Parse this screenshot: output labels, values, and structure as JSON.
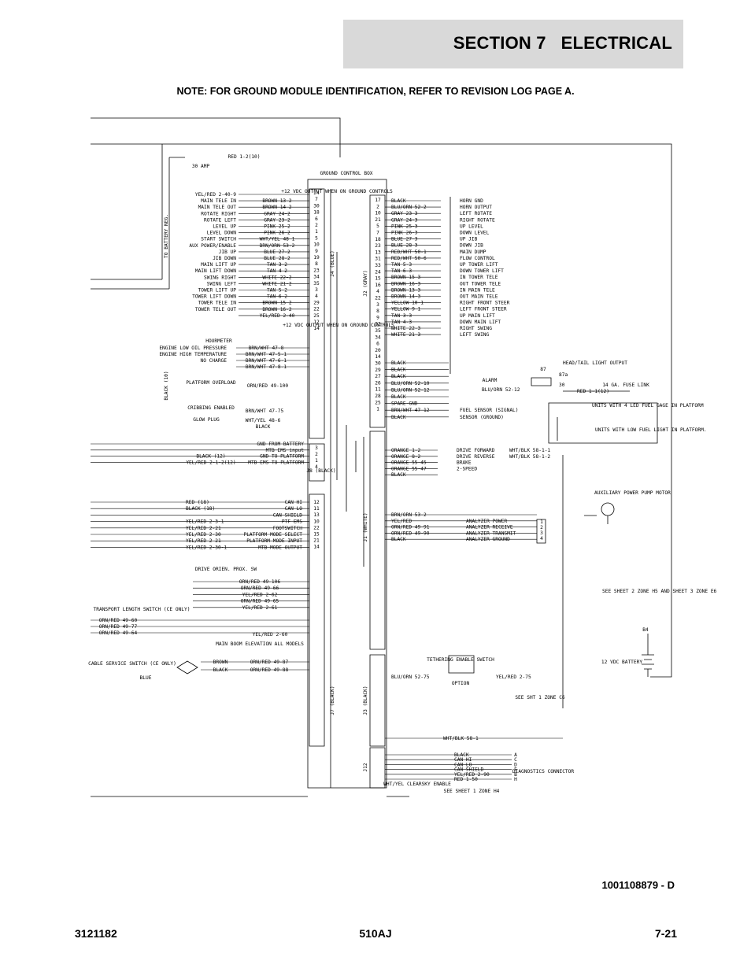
{
  "header": {
    "title": "SECTION 7   ELECTRICAL"
  },
  "note": "NOTE: FOR GROUND MODULE IDENTIFICATION, REFER TO REVISION LOG PAGE A.",
  "schematic": {
    "box_title": "GROUND CONTROL BOX",
    "fuse": "30 AMP",
    "red_top": "RED 1-2(10)",
    "to_battery": "TO BATTERY NEG.",
    "black10": "BLACK (10)",
    "vdc_on": "+12 VDC OUTPUT WHEN ON GROUND CONTROLS",
    "j4_label": "J4 (BLUE)",
    "j2_label": "J2 (GRAY)",
    "j8_label": "J8 (BLACK)",
    "j1_label": "J1 (WHITE)",
    "j7_label": "J7 (BLACK)",
    "j3_label": "J3 (BLACK)",
    "j12_label": "J12",
    "j4_left": [
      {
        "func": "YEL/RED 2-40-9",
        "wire": ""
      },
      {
        "func": "MAIN TELE IN",
        "wire": "BROWN 13-2"
      },
      {
        "func": "MAIN TELE OUT",
        "wire": "BROWN 14-2"
      },
      {
        "func": "ROTATE RIGHT",
        "wire": "GRAY 24-2"
      },
      {
        "func": "ROTATE LEFT",
        "wire": "GRAY 23-2"
      },
      {
        "func": "LEVEL UP",
        "wire": "PINK 25-2"
      },
      {
        "func": "LEVEL DOWN",
        "wire": "PINK 26-2"
      },
      {
        "func": "START SWITCH",
        "wire": "WHT/YEL 48-1"
      },
      {
        "func": "AUX POWER/ENABLE",
        "wire": "BRN/ORN 53-2"
      },
      {
        "func": "JIB UP",
        "wire": "BLUE 27-2"
      },
      {
        "func": "JIB DOWN",
        "wire": "BLUE 28-2"
      },
      {
        "func": "MAIN LIFT UP",
        "wire": "TAN 3-2"
      },
      {
        "func": "MAIN LIFT DOWN",
        "wire": "TAN 4-2"
      },
      {
        "func": "SWING RIGHT",
        "wire": "WHITE 22-2"
      },
      {
        "func": "SWING LEFT",
        "wire": "WHITE 21-2"
      },
      {
        "func": "TOWER LIFT UP",
        "wire": "TAN 5-2"
      },
      {
        "func": "TOWER LIFT DOWN",
        "wire": "TAN 6-2"
      },
      {
        "func": "TOWER TELE IN",
        "wire": "BROWN 15-2"
      },
      {
        "func": "TOWER TELE OUT",
        "wire": "BROWN 16-2"
      },
      {
        "func": "",
        "wire": "YEL/RED 2-40"
      }
    ],
    "j4_pins": [
      "24",
      "7",
      "30",
      "18",
      "6",
      "2",
      "1",
      "5",
      "10",
      "9",
      "19",
      "8",
      "23",
      "34",
      "35",
      "3",
      "4",
      "29",
      "22",
      "25",
      "12",
      "14"
    ],
    "hourmeter": "HOURMETER",
    "sensors": [
      {
        "func": "ENGINE LOW OIL PRESSURE",
        "wire": "BRN/WHT 47-8"
      },
      {
        "func": "ENGINE HIGH TEMPERATURE",
        "wire": "BRN/WHT 47-5-1"
      },
      {
        "func": "NO CHARGE",
        "wire": "BRN/WHT 47-6-1"
      },
      {
        "func": "",
        "wire": "BRN/WHT 47-8-1"
      }
    ],
    "platform_overload": "PLATFORM OVERLOAD",
    "overload_wire": "ORN/RED 49-100",
    "cribbing": "CRIBBING ENABLED",
    "cribbing_wire": "BRN/WHT 47-75",
    "glow_plug": "GLOW PLUG",
    "glow_wire": "WHT/YEL 48-6",
    "black_wire": "BLACK",
    "j2_right": [
      {
        "wire": "BLACK",
        "func": "HORN GND"
      },
      {
        "wire": "BLU/ORN 52-2",
        "func": "HORN OUTPUT"
      },
      {
        "wire": "GRAY 23-3",
        "func": "LEFT ROTATE"
      },
      {
        "wire": "GRAY 24-3",
        "func": "RIGHT ROTATE"
      },
      {
        "wire": "PINK 25-3",
        "func": "UP LEVEL"
      },
      {
        "wire": "PINK 26-3",
        "func": "DOWN LEVEL"
      },
      {
        "wire": "BLUE 27-3",
        "func": "UP JIB"
      },
      {
        "wire": "BLUE 28-3",
        "func": "DOWN JIB"
      },
      {
        "wire": "RED/WHT 50-1",
        "func": "MAIN DUMP"
      },
      {
        "wire": "RED/WHT 50-6",
        "func": "FLOW CONTROL"
      },
      {
        "wire": "TAN 5-3",
        "func": "UP TOWER LIFT"
      },
      {
        "wire": "TAN 6-3",
        "func": "DOWN TOWER LIFT"
      },
      {
        "wire": "BROWN 15-3",
        "func": "IN TOWER TELE"
      },
      {
        "wire": "BROWN 16-3",
        "func": "OUT TOWER TELE"
      },
      {
        "wire": "BROWN 13-3",
        "func": "IN MAIN TELE"
      },
      {
        "wire": "BROWN 14-3",
        "func": "OUT MAIN TELE"
      },
      {
        "wire": "YELLOW 10-1",
        "func": "RIGHT FRONT STEER"
      },
      {
        "wire": "YELLOW 9-1",
        "func": "LEFT FRONT STEER"
      },
      {
        "wire": "TAN 3-3",
        "func": "UP MAIN LIFT"
      },
      {
        "wire": "TAN 4-3",
        "func": "DOWN MAIN LIFT"
      },
      {
        "wire": "WHITE 22-3",
        "func": "RIGHT SWING"
      },
      {
        "wire": "WHITE 21-3",
        "func": "LEFT SWING"
      }
    ],
    "j2_pins": [
      "17",
      "2",
      "10",
      "21",
      "5",
      "7",
      "18",
      "23",
      "13",
      "31",
      "33",
      "24",
      "15",
      "16",
      "4",
      "22",
      "3",
      "8",
      "9",
      "32",
      "35",
      "34",
      "6",
      "20",
      "14",
      "30",
      "29",
      "27",
      "26",
      "11",
      "28",
      "25",
      "1"
    ],
    "head_tail": "HEAD/TAIL LIGHT OUTPUT",
    "relay": "87",
    "relay_87a": "87a",
    "relay_30": "30",
    "fuse_link": "14 GA. FUSE LINK",
    "red_fuse": "RED 1-1(12)",
    "alarm": "ALARM",
    "alarm_wire": "BLU/ORN 52-12",
    "lower_j2": [
      {
        "wire": "BLACK",
        "func": ""
      },
      {
        "wire": "BLACK",
        "func": ""
      },
      {
        "wire": "BLACK",
        "func": ""
      },
      {
        "wire": "BLU/ORN 52-10",
        "func": ""
      },
      {
        "wire": "BLU/ORN 52-12",
        "func": ""
      },
      {
        "wire": "BLACK",
        "func": ""
      },
      {
        "wire": "SPARE-GND",
        "func": ""
      },
      {
        "wire": "BRN/WHT 47-12",
        "func": "FUEL SENSOR (SIGNAL)"
      },
      {
        "wire": "BLACK",
        "func": "SENSOR (GROUND)"
      }
    ],
    "fuel_led": "UNITS WITH 4 LED FUEL GAGE IN PLATFORM",
    "fuel_low": "UNITS WITH LOW FUEL LIGHT IN PLATFORM.",
    "j8_left": [
      {
        "func": "GND FROM BATTERY",
        "wire": ""
      },
      {
        "func": "MTB EMS input",
        "wire": ""
      },
      {
        "func": "GND TO PLATFORM",
        "wire": "BLACK (12)"
      },
      {
        "func": "MTB EMS TO PLATFORM",
        "wire": "YEL/RED 2-1-2(12)"
      }
    ],
    "j8_pins": [
      "3",
      "2",
      "1",
      "4"
    ],
    "drive_wires": [
      {
        "wire": "ORANGE 1-2",
        "func": "DRIVE FORWARD",
        "out": "WHT/BLK 58-1-1"
      },
      {
        "wire": "ORANGE 8-2",
        "func": "DRIVE REVERSE",
        "out": "WHT/BLK 58-1-2"
      },
      {
        "wire": "ORANGE 55-45",
        "func": "BRAKE",
        "out": ""
      },
      {
        "wire": "ORANGE 55-47",
        "func": "2-SPEED",
        "out": ""
      },
      {
        "wire": "BLACK",
        "func": "",
        "out": ""
      }
    ],
    "j1_left": [
      {
        "wire": "RED (18)",
        "func": "CAN HI"
      },
      {
        "wire": "BLACK (18)",
        "func": "CAN LO"
      },
      {
        "wire": "",
        "func": "CAN SHIELD"
      },
      {
        "wire": "YEL/RED 2-3-1",
        "func": "PTF EMS"
      },
      {
        "wire": "YEL/RED 2-21",
        "func": "FOOTSWITCH"
      },
      {
        "wire": "YEL/RED 2-30",
        "func": "PLATFORM MODE SELECT"
      },
      {
        "wire": "YEL/RED 2-21",
        "func": "PLATFORM MODE INPUT"
      },
      {
        "wire": "YEL/RED 2-30-1",
        "func": "MTB MODE OUTPUT"
      }
    ],
    "j1_pins": [
      "12",
      "11",
      "13",
      "10",
      "22",
      "15",
      "21",
      "14"
    ],
    "aux_pump": "AUXILIARY POWER PUMP MOTOR",
    "analyzer": [
      {
        "wire": "BRN/ORN 53-2",
        "func": ""
      },
      {
        "wire": "YEL/RED",
        "func": "ANALYZER POWER"
      },
      {
        "wire": "ORN/RED 49-91",
        "func": "ANALYZER RECEIVE"
      },
      {
        "wire": "ORN/RED 49-90",
        "func": "ANALYZER TRANSMIT"
      },
      {
        "wire": "BLACK",
        "func": "ANALYZER GROUND"
      }
    ],
    "analyzer_pins": [
      "1",
      "2",
      "3",
      "4"
    ],
    "drive_orien": "DRIVE ORIEN. PROX. SW",
    "drive_orien_wires": [
      "ORN/RED 49-106",
      "ORN/RED 49-66",
      "YEL/RED 2-62",
      "ORN/RED 49-65",
      "YEL/RED 2-61"
    ],
    "transport": "TRANSPORT LENGTH SWITCH (CE ONLY)",
    "transport_wires": [
      "ORN/RED 49-60",
      "ORN/RED 49-77",
      "ORN/RED 49-64"
    ],
    "main_boom": "MAIN BOOM ELEVATION ALL MODELS",
    "main_boom_wire": "YEL/RED 2-60",
    "cable_service": "CABLE SERVICE SWITCH (CE ONLY)",
    "cable_wires": [
      "ORN/RED 49-87",
      "ORN/RED 49-88"
    ],
    "cable_colors": [
      "BROWN",
      "BLACK",
      "BLUE"
    ],
    "see_sheet2": "SEE SHEET 2 ZONE H5 AND SHEET 3 ZONE E6",
    "b4": "B4",
    "battery": "12 VDC BATTERY",
    "tethering": "TETHERING ENABLE SWITCH",
    "option": "OPTION",
    "tether_wires": [
      "BLU/ORN 52-75",
      "YEL/RED 2-75"
    ],
    "see_sheet1": "SEE SHT 1 ZONE C6",
    "wht_blk": "WHT/BLK 58-1",
    "diag_wires": [
      "BLACK",
      "CAN HI",
      "CAN LO",
      "CAN SHIELD",
      "YEL/RED 2-90",
      "RED 1-50"
    ],
    "diag_letters": [
      "A",
      "C",
      "D",
      "E",
      "B",
      "H"
    ],
    "diagnostics": "DIAGNOSTICS CONNECTOR",
    "clearsky": "WHT/YEL CLEARSKY ENABLE",
    "see_sheet1_h4": "SEE SHEET 1 ZONE H4"
  },
  "doc_number": "1001108879 - D",
  "footer": {
    "left": "3121182",
    "center": "510AJ",
    "right": "7-21"
  }
}
